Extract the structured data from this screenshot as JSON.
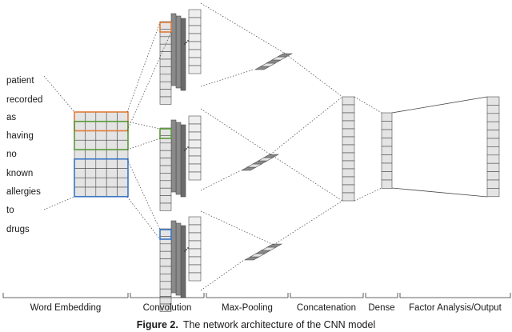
{
  "words": [
    "patient",
    "recorded",
    "as",
    "having",
    "no",
    "known",
    "allergies",
    "to",
    "drugs"
  ],
  "stages": [
    "Word Embedding",
    "Convolution",
    "Max-Pooling",
    "Concatenation",
    "Dense",
    "Factor Analysis/Output"
  ],
  "caption": {
    "label": "Figure 2.",
    "text": "The network architecture of the CNN model"
  },
  "colors": {
    "orange": "#e07b39",
    "green": "#5b9a3a",
    "blue": "#3b74c2"
  }
}
